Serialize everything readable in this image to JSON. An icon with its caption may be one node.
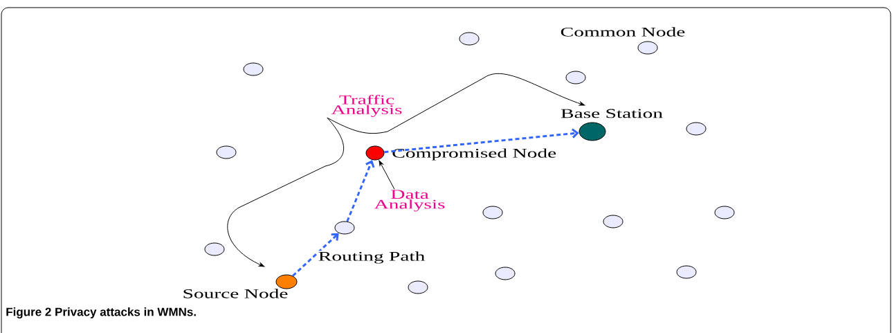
{
  "diagram": {
    "caption": "**Figure 2** Privacy attacks in WMNs.",
    "nodes": [
      {
        "text": [
          "Traffic Analysis"
        ]
      },
      {
        "text": [
          "Data Analysis"
        ]
      },
      {
        "text": [],
        "shape": "circle"
      },
      {
        "text": [],
        "shape": "circle",
        "beside": [
          "Common Node"
        ]
      },
      {
        "text": [],
        "shape": "circle"
      },
      {
        "text": [],
        "shape": "circle"
      },
      {
        "text": [],
        "shape": "circle"
      },
      {
        "text": [],
        "shape": "circle",
        "beside": [
          "Base Station"
        ]
      },
      {
        "text": [],
        "shape": "circle"
      },
      {
        "text": [],
        "shape": "circle",
        "beside": [
          "Compromised Node"
        ]
      },
      {
        "text": [],
        "shape": "circle"
      },
      {
        "text": [],
        "shape": "circle"
      },
      {
        "text": [],
        "shape": "circle"
      },
      {
        "text": [],
        "shape": "circle"
      },
      {
        "text": [],
        "shape": "circle"
      },
      {
        "text": [],
        "shape": "circle"
      },
      {
        "text": [],
        "shape": "circle"
      },
      {
        "text": [],
        "shape": "circle",
        "beside": [
          "Source Node"
        ]
      },
      {
        "text": [],
        "shape": "circle"
      }
    ],
    "edges": [
      {
        "from": 17,
        "to": 13,
        "arrow": "to",
        "label": "Routing Path",
        "style": "dashed",
        "color": "#3366ff"
      },
      {
        "from": 13,
        "to": 9,
        "arrow": "to",
        "style": "dashed",
        "color": "#3366ff"
      },
      {
        "from": 9,
        "to": 7,
        "arrow": "to",
        "style": "dashed",
        "color": "#3366ff"
      },
      {
        "from": 1,
        "to": 9,
        "arrow": "to",
        "color": "#000000"
      },
      {
        "from": 0,
        "to": 17,
        "arrow": "to",
        "color": "#000000"
      },
      {
        "from": 0,
        "to": 7,
        "arrow": "to",
        "color": "#000000"
      }
    ]
  }
}
